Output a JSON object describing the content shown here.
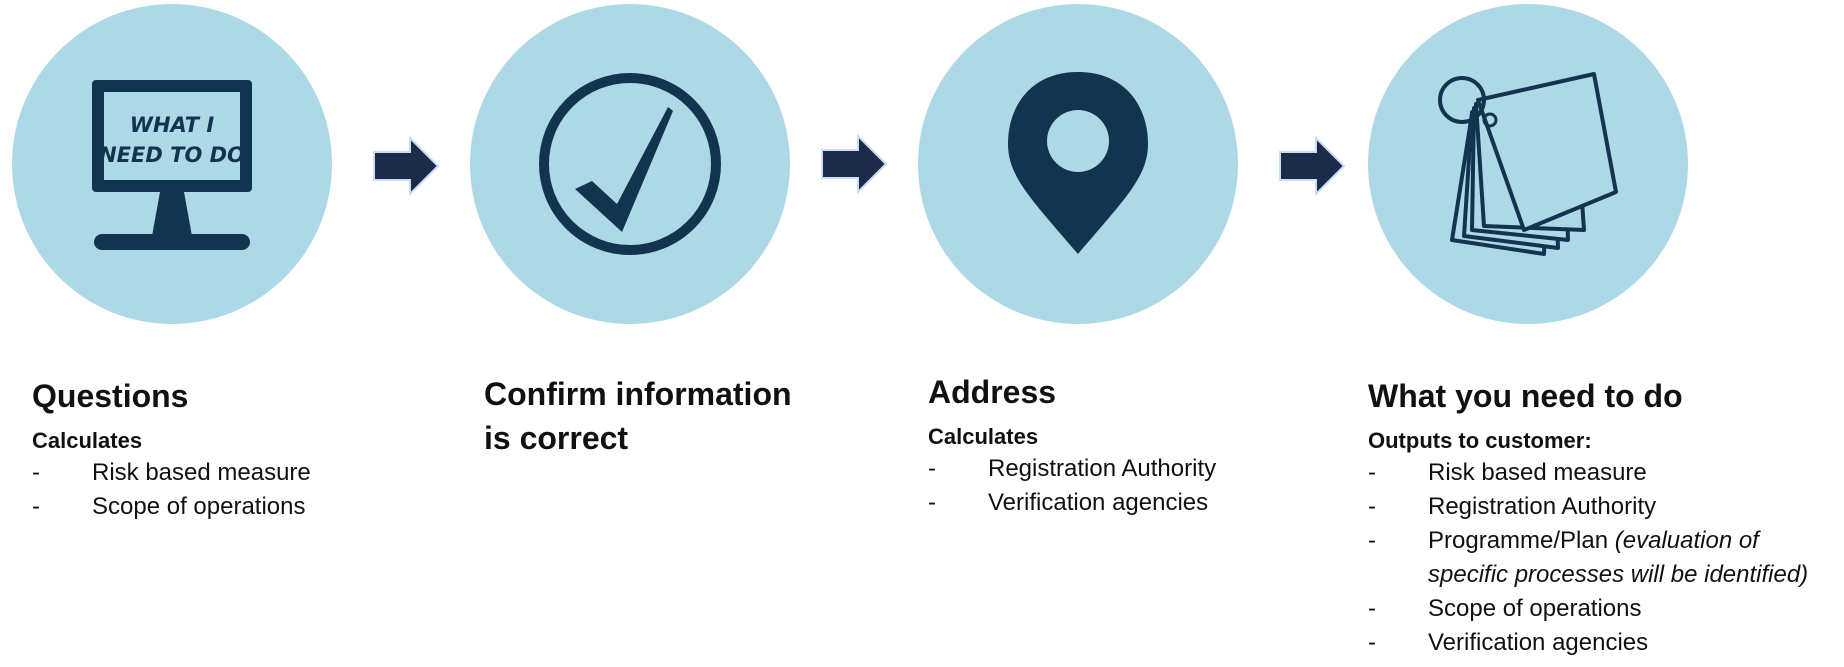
{
  "colors": {
    "circle": "#add8e6",
    "icon": "#12344f",
    "arrow": "#1d2a4a"
  },
  "steps": [
    {
      "icon": "monitor-icon",
      "icon_text": [
        "WHAT I",
        "NEED TO DO"
      ],
      "title": "Questions",
      "subtitle": "Calculates",
      "items": [
        "Risk based measure",
        "Scope of operations"
      ]
    },
    {
      "icon": "checkmark-icon",
      "title_lines": [
        "Confirm information",
        "is correct"
      ]
    },
    {
      "icon": "location-pin-icon",
      "title": "Address",
      "subtitle": "Calculates",
      "items": [
        "Registration Authority",
        "Verification agencies"
      ]
    },
    {
      "icon": "tags-icon",
      "title": "What you need to do",
      "subtitle": "Outputs to customer:",
      "items": [
        "Risk based measure",
        "Registration Authority",
        "Programme/Plan",
        "Scope of operations",
        "Verification agencies"
      ],
      "item_note_line1": "(evaluation of",
      "item_note_line2": "specific processes will be identified)"
    }
  ]
}
